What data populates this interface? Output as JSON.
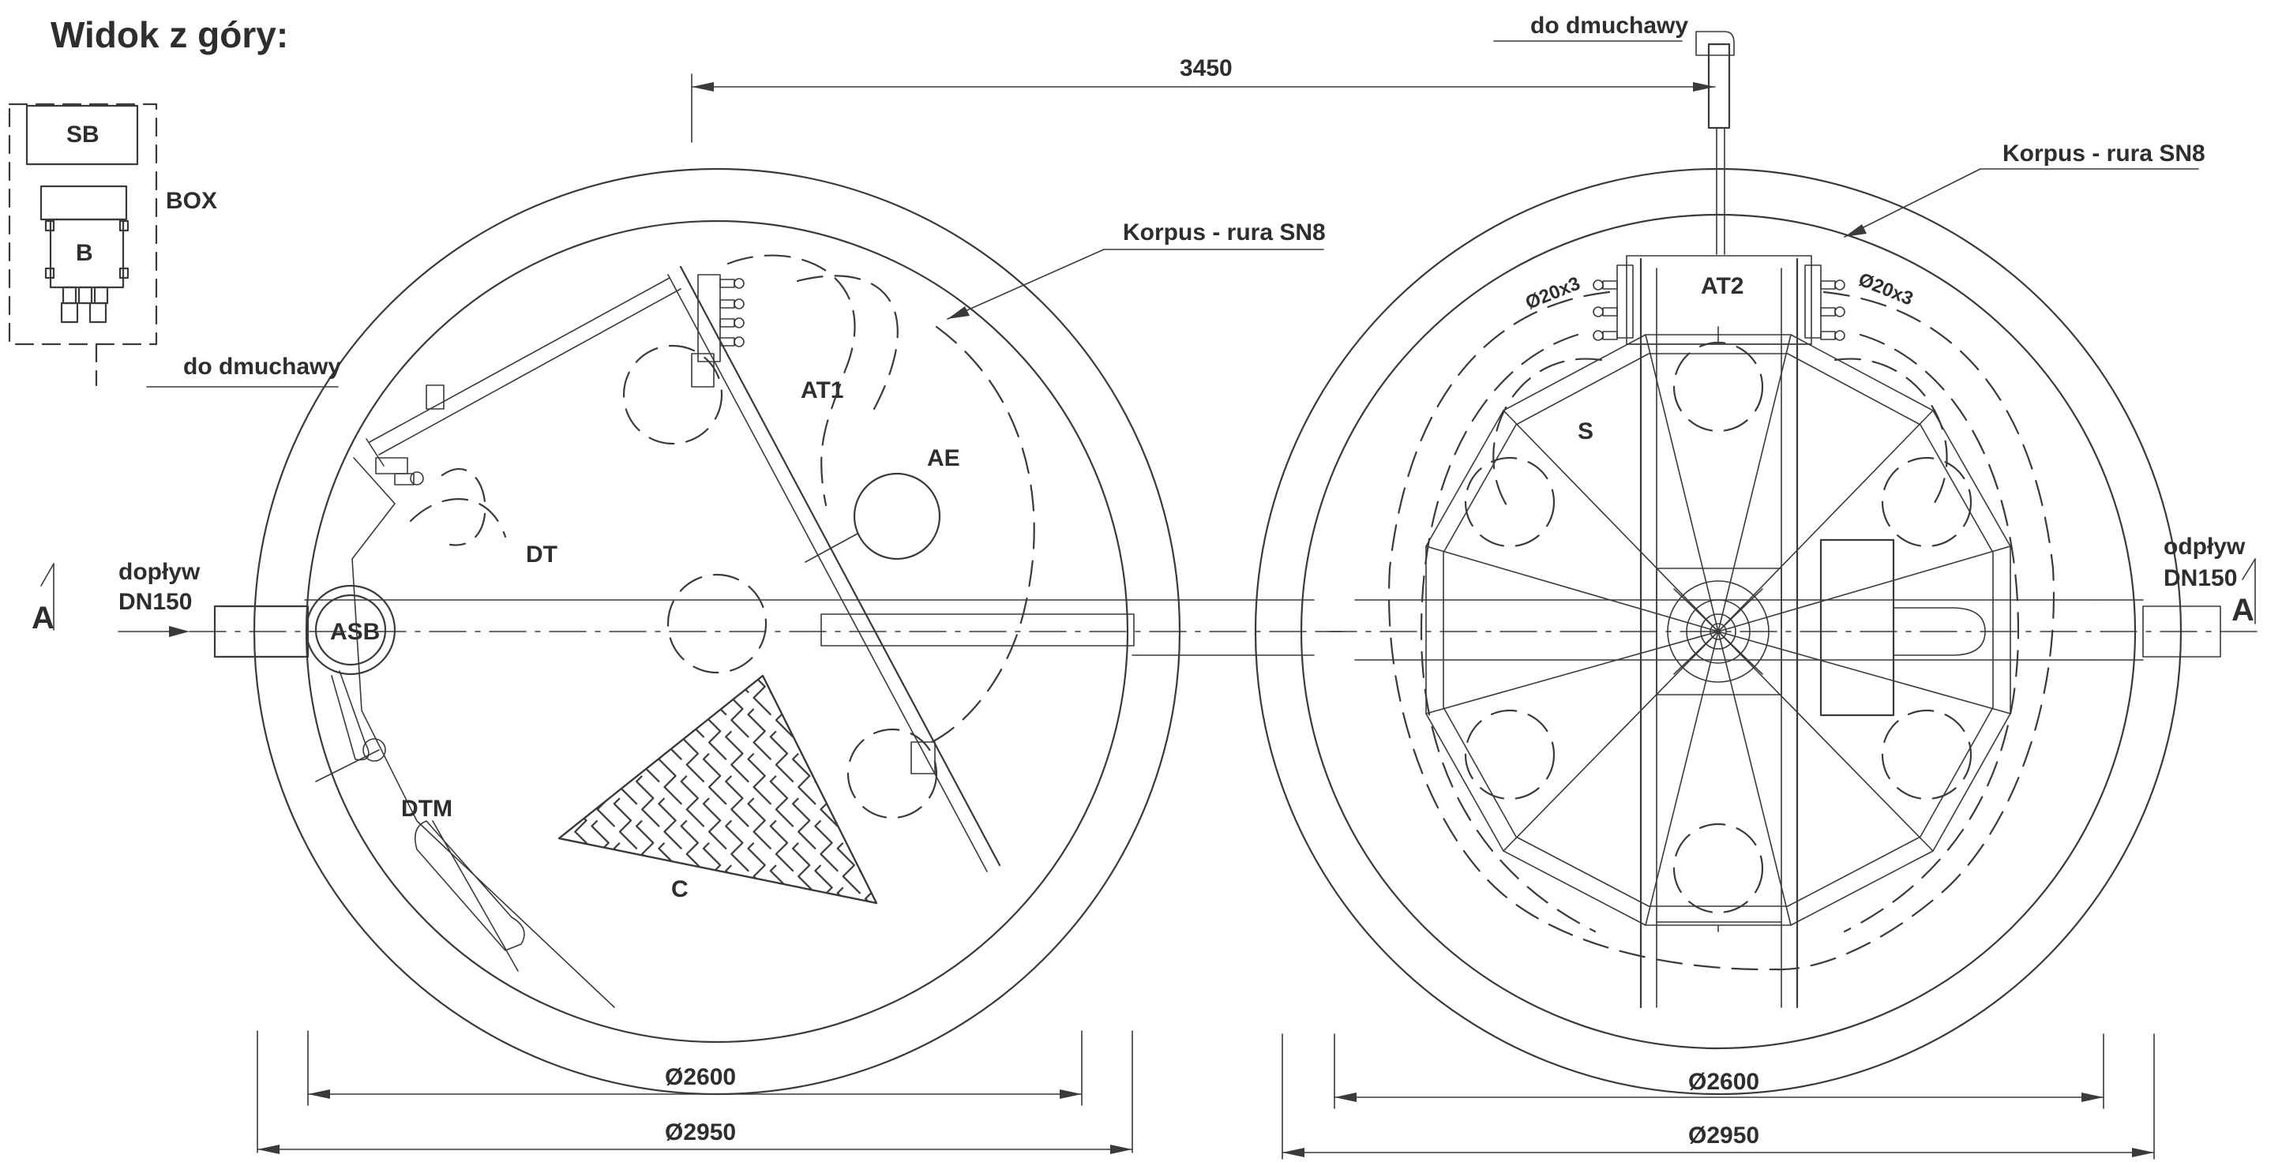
{
  "title": "Widok z góry:",
  "box": {
    "label": "BOX",
    "sb": "SB",
    "b": "B"
  },
  "labels": {
    "do_dmuchawy_left": "do dmuchawy",
    "do_dmuchawy_top": "do dmuchawy",
    "korpus_left": "Korpus - rura SN8",
    "korpus_right": "Korpus - rura SN8",
    "doplyw": "dopływ",
    "doplyw_dn": "DN150",
    "odplyw": "odpływ",
    "odplyw_dn": "DN150",
    "section_left": "A",
    "section_right": "A",
    "asb": "ASB",
    "dt": "DT",
    "dtm": "DTM",
    "c": "C",
    "at1": "AT1",
    "ae": "AE",
    "at2": "AT2",
    "s": "S",
    "pipe_left": "Ø20x3",
    "pipe_right": "Ø20x3"
  },
  "dimensions": {
    "top": "3450",
    "left_inner": "Ø2600",
    "left_outer": "Ø2950",
    "right_inner": "Ø2600",
    "right_outer": "Ø2950"
  },
  "colors": {
    "line": "#3a3a3a",
    "text": "#2e2e2e",
    "background": "#ffffff"
  }
}
